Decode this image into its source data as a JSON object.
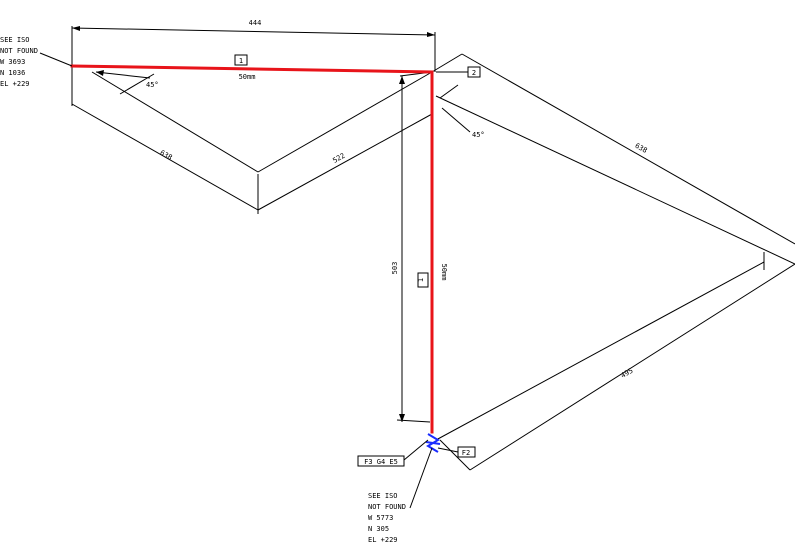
{
  "dimensions": {
    "top_overall": "444",
    "left_long": "638",
    "left_short": "522",
    "vertical": "503",
    "right_upper": "638",
    "right_lower": "495",
    "angle_top_left": "45°",
    "angle_top_right": "45°"
  },
  "pipe_labels": {
    "size_horizontal": "50mm",
    "size_vertical": "50mm",
    "segment_horizontal": "1",
    "segment_vertical": "1"
  },
  "nodes": {
    "top_right_tag": "2",
    "bottom_tag": "F2",
    "fitting_tag": "F3 G4 E5"
  },
  "callout_left": {
    "lines": [
      "SEE ISO",
      "NOT FOUND",
      "W 3693",
      "N 1036",
      "EL +229"
    ]
  },
  "callout_bottom": {
    "lines": [
      "SEE ISO",
      "NOT FOUND",
      "W 5773",
      "N 305",
      "EL +229"
    ]
  },
  "colors": {
    "pipe": "#e8141a",
    "valve": "#1a2cff",
    "linework": "#000000"
  }
}
